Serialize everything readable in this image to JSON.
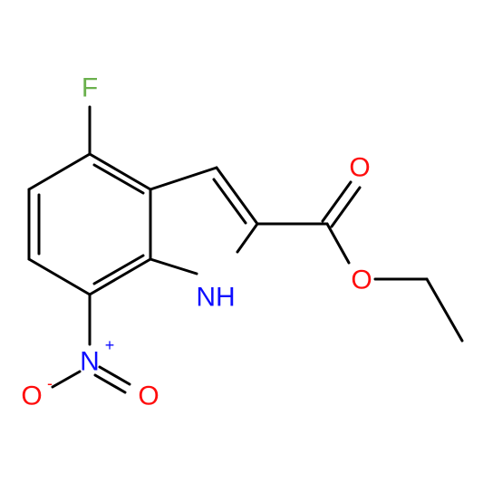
{
  "colors": {
    "background": "#ffffff",
    "bond": "#000000",
    "F": "#6ab04c",
    "O": "#ff0d0d",
    "N": "#0d0dff"
  },
  "atoms": {
    "F": "F",
    "O_carbonyl": "O",
    "O_ester": "O",
    "NH": "NH",
    "N_nitro": "N",
    "N_nitro_charge": "+",
    "O_nitro_left": "O",
    "O_nitro_left_charge": "-",
    "O_nitro_right": "O"
  }
}
